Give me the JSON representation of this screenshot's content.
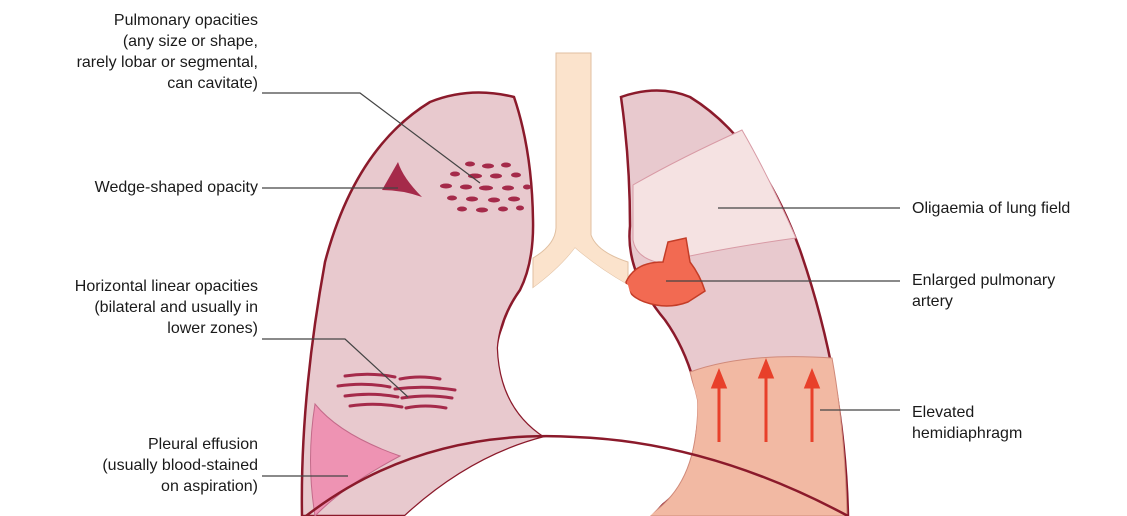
{
  "labels": {
    "pulmonary_opacities": [
      "Pulmonary opacities",
      "(any size or shape,",
      "rarely lobar or segmental,",
      "can cavitate)"
    ],
    "wedge_shaped": [
      "Wedge-shaped opacity"
    ],
    "horizontal_linear": [
      "Horizontal linear opacities",
      "(bilateral and usually in",
      "lower zones)"
    ],
    "pleural_effusion": [
      "Pleural effusion",
      "(usually blood-stained",
      "on aspiration)"
    ],
    "oligaemia": [
      "Oligaemia of lung field"
    ],
    "enlarged_artery": [
      "Enlarged pulmonary",
      "artery"
    ],
    "elevated_hemidiaphragm": [
      "Elevated",
      "hemidiaphragm"
    ]
  },
  "colors": {
    "lung_fill": "#e8c9ce",
    "lung_outline": "#8b1a2b",
    "trachea_fill": "#fbe3cc",
    "oligaemia_fill": "#f5e2e2",
    "artery_fill": "#f26a52",
    "diaphragm_fill": "#f2b9a3",
    "effusion_fill": "#ee93b3",
    "opacity_marks": "#a52a4a",
    "arrow_color": "#e8402a",
    "leader_line": "#444444"
  }
}
